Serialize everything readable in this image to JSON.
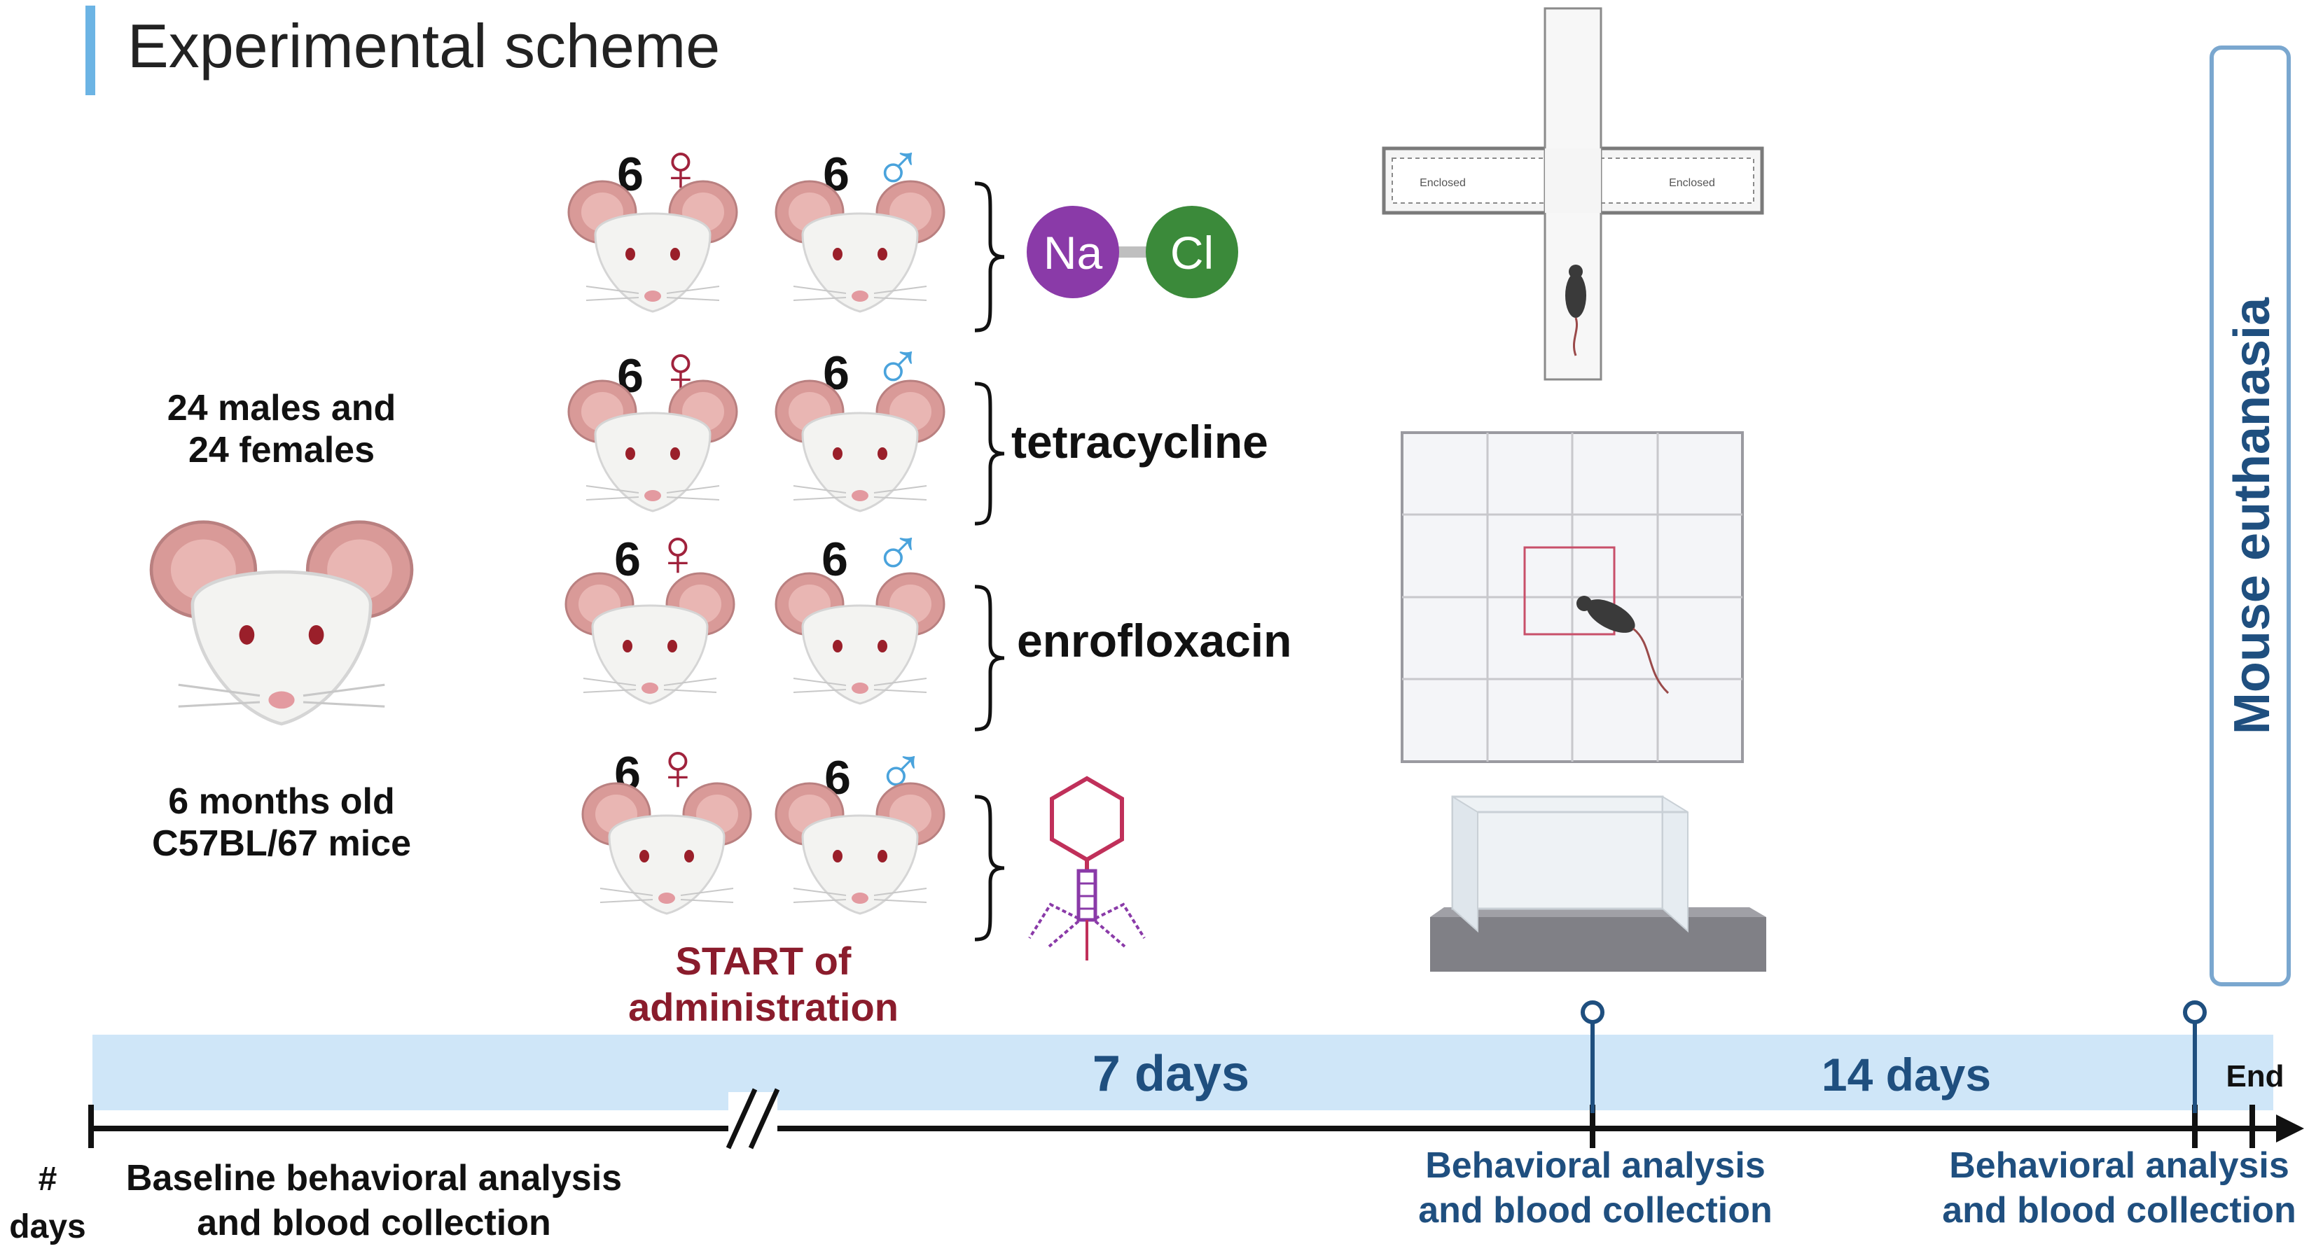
{
  "title": "Experimental scheme",
  "cohort": {
    "line1": "24 males and",
    "line2": "24 females",
    "age_line1": "6 months old",
    "age_line2": "C57BL/67 mice"
  },
  "groups": [
    {
      "female_count": "6",
      "male_count": "6",
      "treatment": ""
    },
    {
      "female_count": "6",
      "male_count": "6",
      "treatment": "tetracycline"
    },
    {
      "female_count": "6",
      "male_count": "6",
      "treatment": "enrofloxacin"
    },
    {
      "female_count": "6",
      "male_count": "6",
      "treatment": ""
    }
  ],
  "symbols": {
    "female": "♀",
    "male": "♂"
  },
  "nacl": {
    "na": "Na",
    "cl": "Cl"
  },
  "maze_labels": {
    "left": "Enclosed",
    "right": "Enclosed"
  },
  "start_label": {
    "line1": "START of",
    "line2": "administration"
  },
  "euthanasia_label": "Mouse euthanasia",
  "timeline": {
    "seven_days": "7 days",
    "fourteen_days": "14 days",
    "end": "End",
    "days_hash": "#",
    "days_word": "days",
    "baseline_line1": "Baseline behavioral analysis",
    "baseline_line2": "and blood collection",
    "mid_line1": "Behavioral analysis",
    "mid_line2": "and blood collection",
    "final_line1": "Behavioral analysis",
    "final_line2": "and blood collection"
  },
  "colors": {
    "title_bar": "#6cb4e4",
    "female": "#a0223c",
    "male": "#4aa3dc",
    "dark_blue": "#1f4f7f",
    "band": "#cfe6f8",
    "start_red": "#8a1c2c",
    "na": "#8a3aa8",
    "cl": "#3b8a3a",
    "mouse_ear": "#d99a98",
    "mouse_face": "#f3f3f1"
  }
}
